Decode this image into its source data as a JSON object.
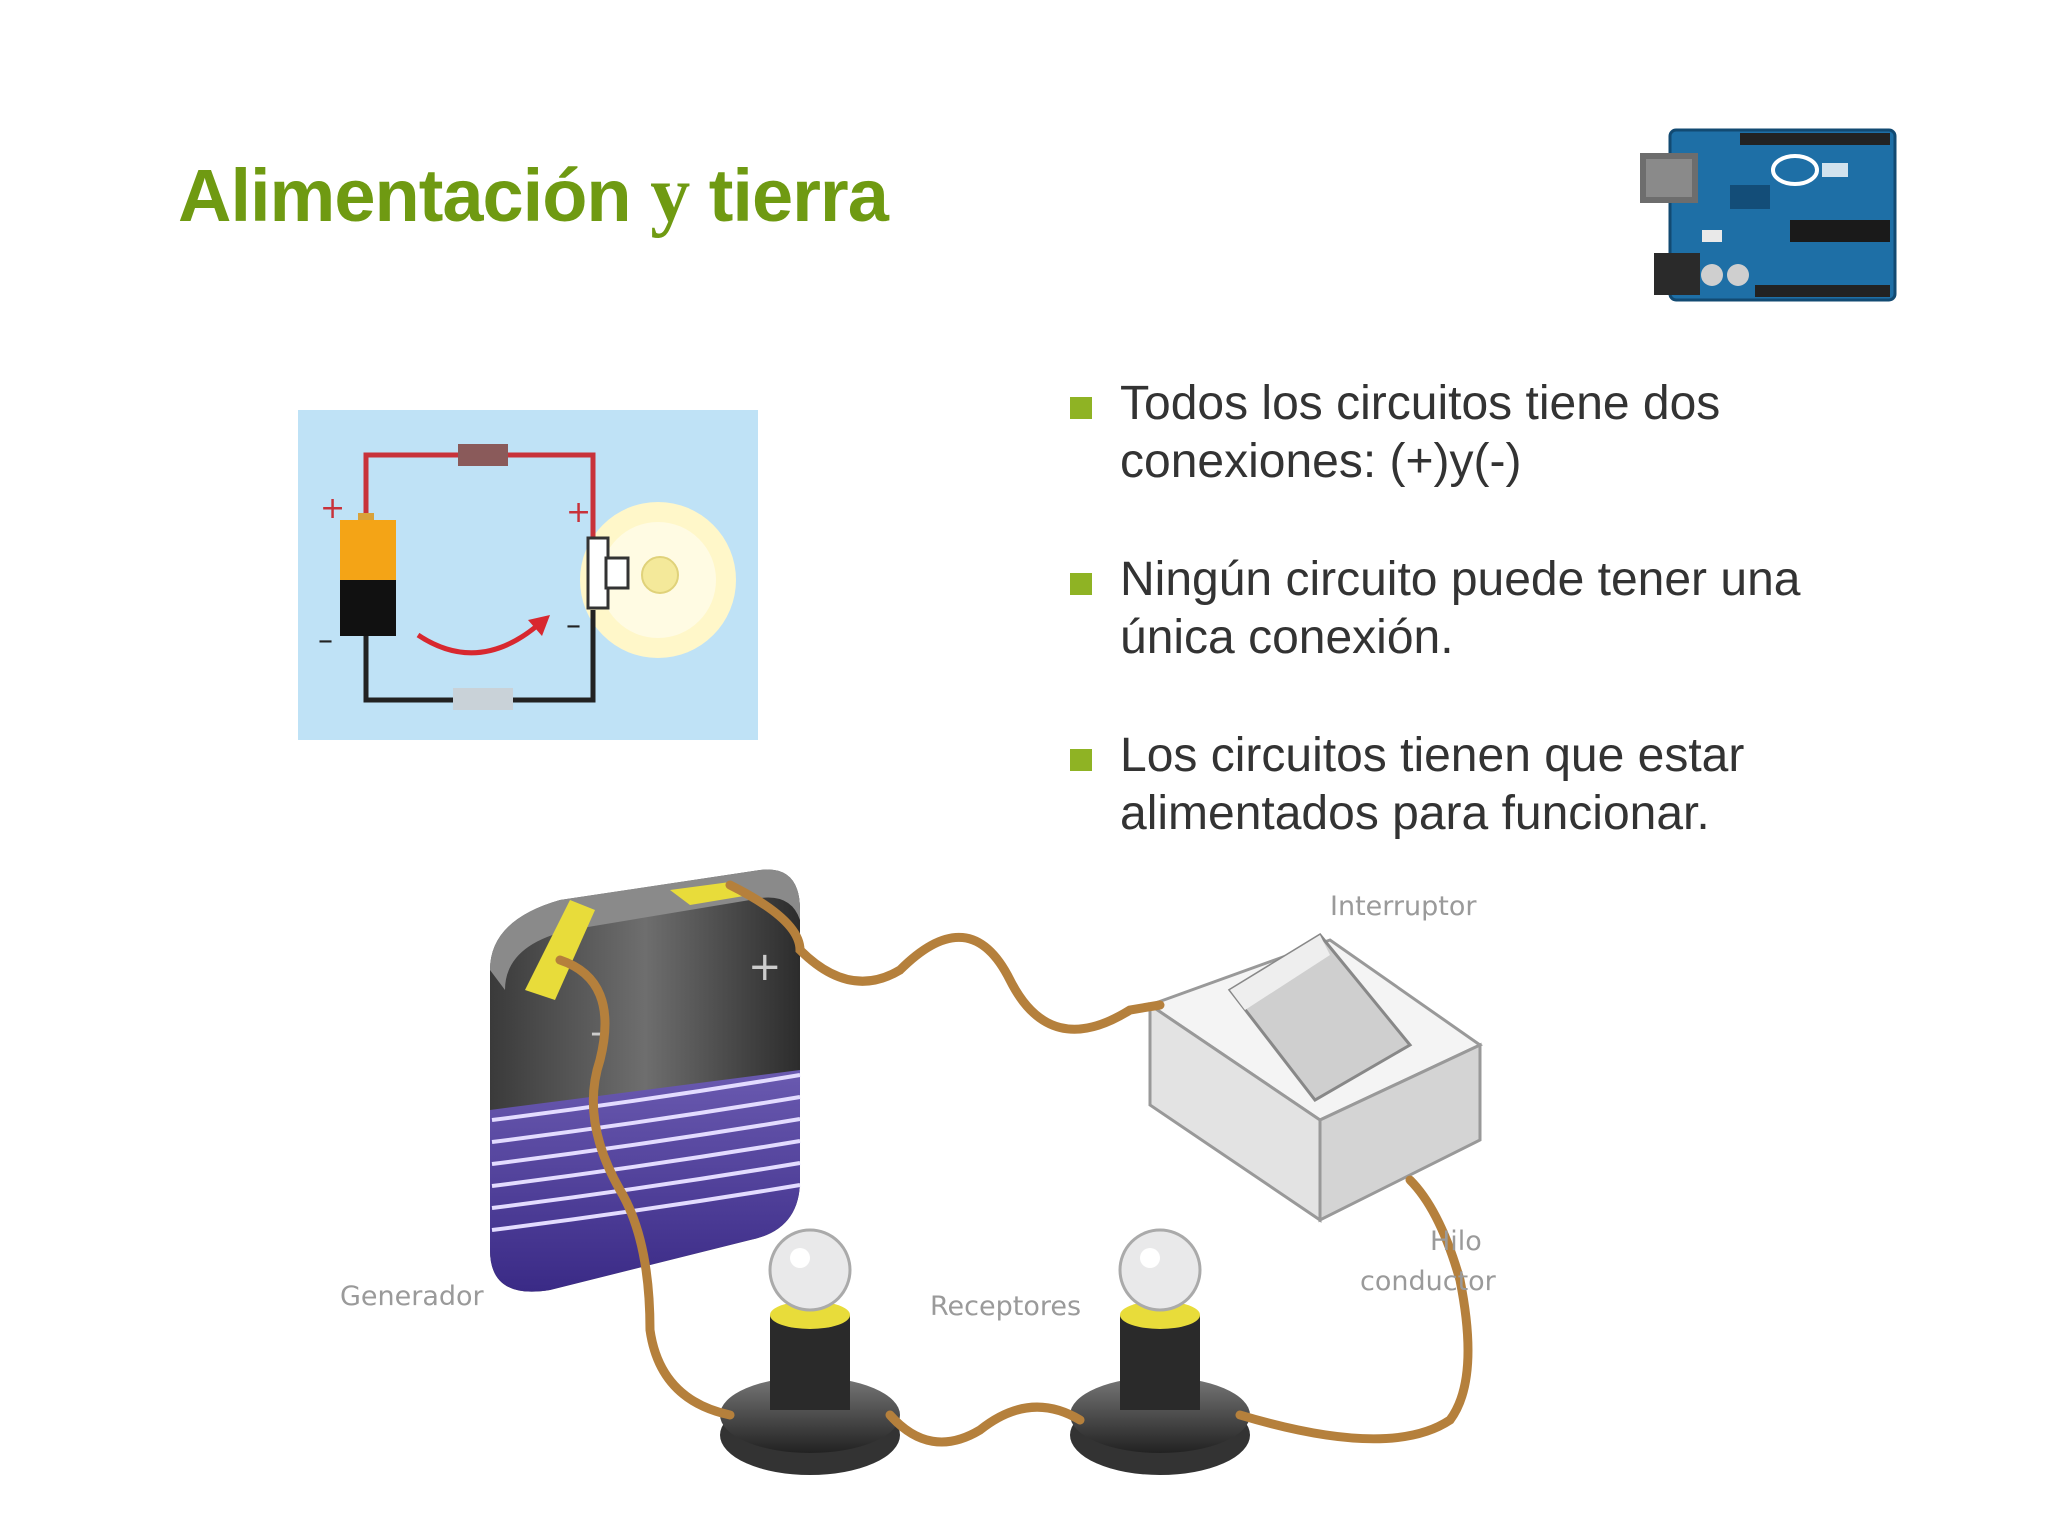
{
  "slide": {
    "title": {
      "part1": "Alimentación",
      "part2": "y",
      "part3": "tierra"
    },
    "bullets": [
      {
        "text": "Todos los circuitos tiene dos conexiones: (+)y(-)"
      },
      {
        "text": "Ningún circuito puede tener una única conexión."
      },
      {
        "text": "Los circuitos tienen que estar alimentados para funcionar."
      }
    ],
    "small_diagram": {
      "plus_left": "+",
      "minus_left": "–",
      "plus_right": "+",
      "minus_right": "–"
    },
    "big_diagram": {
      "labels": {
        "switch": "Interruptor",
        "wire_1": "Hilo",
        "wire_2": "conductor",
        "generator": "Generador",
        "receivers": "Receptores"
      },
      "battery_plus": "+",
      "battery_minus": "–"
    },
    "colors": {
      "title": "#6f9a12",
      "bullet_square": "#8fb324",
      "body_text": "#333333",
      "wire": "#b5803c",
      "sky": "#bfe2f6"
    },
    "icons": [
      "arduino-board-image",
      "simple-circuit-diagram",
      "circuit-illustration"
    ]
  }
}
